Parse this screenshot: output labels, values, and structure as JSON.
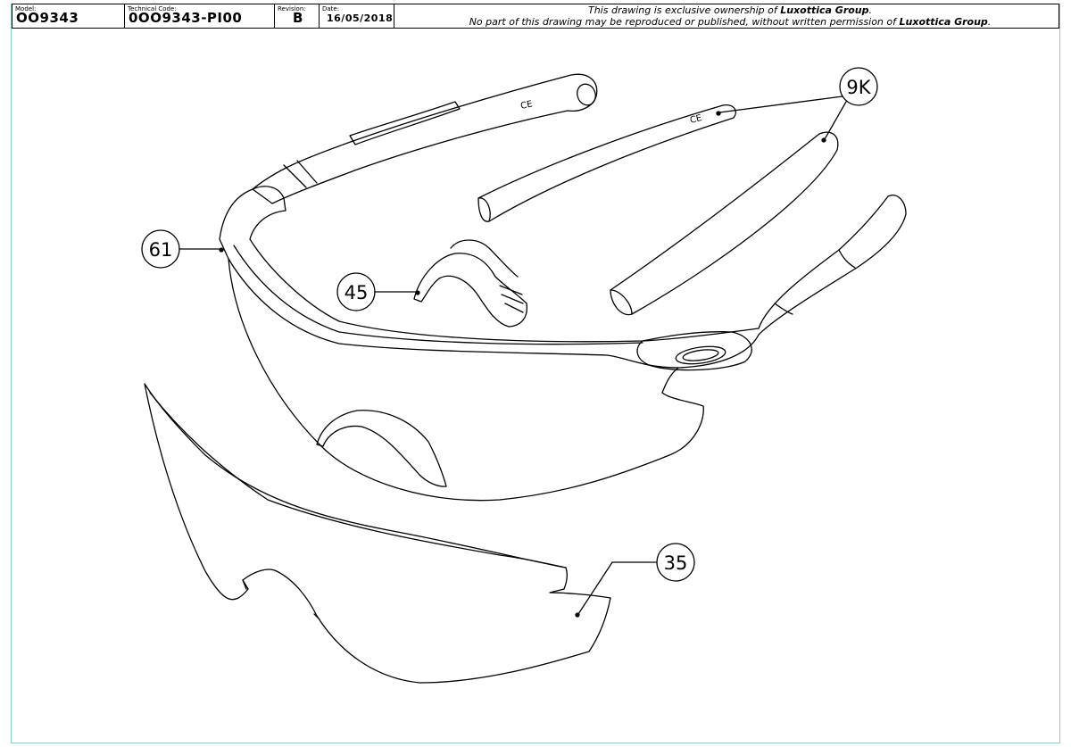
{
  "title_block": {
    "model_label": "Model:",
    "model_value": "OO9343",
    "technical_code_label": "Technical Code:",
    "technical_code_value": "0OO9343-PI00",
    "revision_label": "Revision:",
    "revision_value": "B",
    "date_label": "Date:",
    "date_value": "16/05/2018",
    "notice_line1_pre": "This drawing is exclusive ownership of ",
    "notice_line1_owner": "Luxottica Group",
    "notice_line1_post": ".",
    "notice_line2_pre": "No part of this drawing may be reproduced or published, without written permission of ",
    "notice_line2_owner": "Luxottica Group",
    "notice_line2_post": "."
  },
  "parts": {
    "frame": {
      "callout": "61"
    },
    "nosepad": {
      "callout": "45"
    },
    "earsocks": {
      "callout": "9K"
    },
    "lens": {
      "callout": "35"
    },
    "ce_mark_1": "CE",
    "ce_mark_2": "CE"
  },
  "colors": {
    "line": "#000000",
    "sheet_border": "#7fd1d1"
  }
}
